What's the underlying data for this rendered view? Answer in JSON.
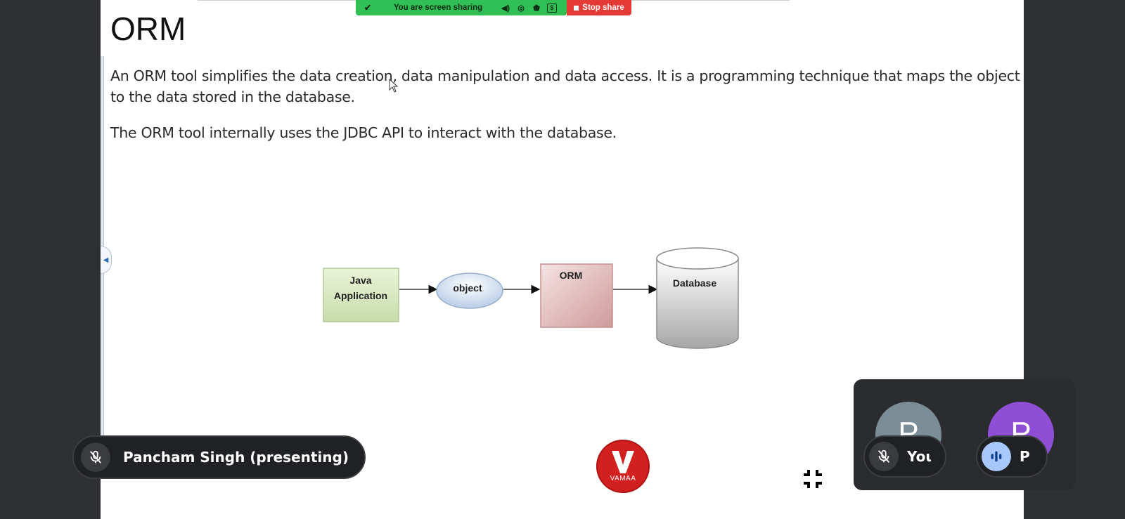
{
  "slide": {
    "title": "ORM",
    "paragraph1": "An ORM tool simplifies the data creation, data manipulation and data access. It is a programming technique that maps the object to the data stored in the database.",
    "paragraph2": "The ORM tool internally uses the JDBC API to interact with the database."
  },
  "diagram": {
    "java_line1": "Java",
    "java_line2": "Application",
    "object": "object",
    "orm": "ORM",
    "database": "Database"
  },
  "sharing_bar": {
    "status": "You are screen sharing",
    "stop_label": "Stop share",
    "color": "#2fbf55",
    "stop_color": "#e53935"
  },
  "presenter": {
    "name": "Pancham Singh (presenting)",
    "icon": "mic-off-icon"
  },
  "logo": {
    "letter": "V",
    "text": "VAMAA",
    "color": "#d21f1f"
  },
  "participants": [
    {
      "initial": "P",
      "name": "You",
      "mic": "mic-off-icon",
      "avatar_color": "#7b8d97"
    },
    {
      "initial": "P",
      "name": "P",
      "mic": "speaking-icon",
      "avatar_color": "#8e4fd6"
    }
  ]
}
